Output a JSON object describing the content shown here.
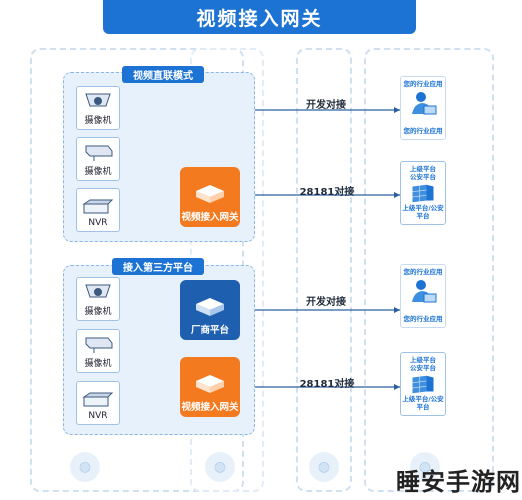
{
  "title": "视频接入网关",
  "groups": [
    {
      "tag": "视频直联模式",
      "devices": [
        "摄像机",
        "摄像机",
        "NVR"
      ],
      "gateway": "视频接入网关",
      "links": [
        {
          "label": "开发对接",
          "app_top": "您的行业应用",
          "app_bottom": "您的行业应用"
        },
        {
          "label": "28181对接",
          "app_top": "上级平台\n公安平台",
          "app_bottom": "上级平台/公安平台"
        }
      ]
    },
    {
      "tag": "接入第三方平台",
      "devices": [
        "摄像机",
        "摄像机",
        "NVR"
      ],
      "gateways": [
        "厂商平台",
        "视频接入网关"
      ],
      "links": [
        {
          "label": "开发对接",
          "app_top": "您的行业应用",
          "app_bottom": "您的行业应用"
        },
        {
          "label": "28181对接",
          "app_top": "上级平台\n公安平台",
          "app_bottom": "上级平台/公安平台"
        }
      ]
    }
  ],
  "watermark": "睡安手游网",
  "colors": {
    "primary": "#1c73d4",
    "gateway_orange": "#f47a1f",
    "gateway_blue": "#1f5fb0",
    "panel": "#e6f1fc"
  },
  "icons": {
    "camera": "dome-camera-icon",
    "bullet": "bullet-camera-icon",
    "nvr": "nvr-icon",
    "app": "person-laptop-icon",
    "platform": "monitor-wall-icon",
    "gateway": "server-box-icon"
  }
}
